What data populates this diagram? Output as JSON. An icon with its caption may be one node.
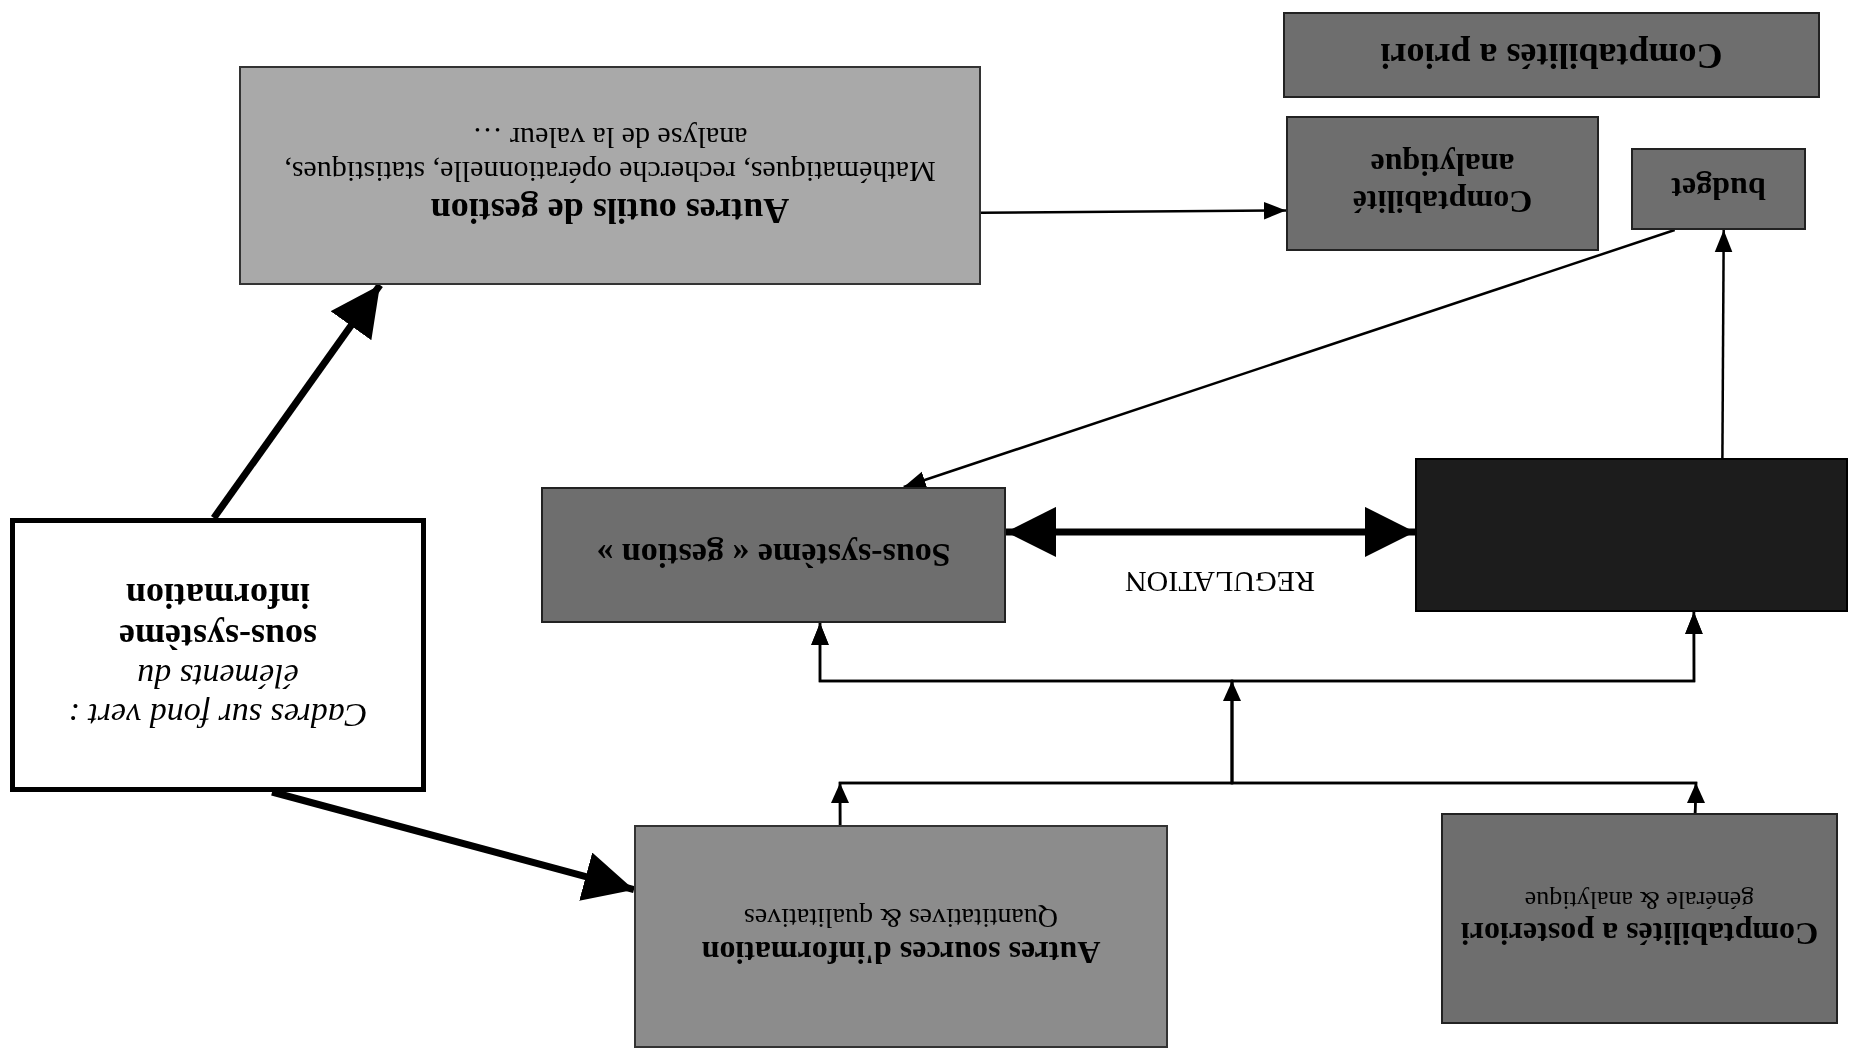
{
  "diagram": {
    "nodes": [
      {
        "text": [
          "Comptabilités a priori"
        ]
      },
      {
        "text": [
          "Comptabilité analytique"
        ]
      },
      {
        "text": [
          "budget"
        ]
      },
      {
        "text": [
          "Autres outils de gestion",
          "Mathématiques, recherche opérationnelle, statistiques, analyse de la valeur …"
        ]
      },
      {
        "text": [
          "Sous-système « gestion »"
        ]
      },
      {
        "text": [],
        "shape": "box"
      },
      {
        "text": [
          "Cadres sur fond vert : éléments du",
          "sous-système information"
        ]
      },
      {
        "text": [
          "Autres sources d'information",
          "Quantitatives & qualitatives"
        ]
      },
      {
        "text": [
          "Comptabilités a posteriori",
          "générale & analytique"
        ]
      }
    ],
    "edges": [
      {
        "from": 3,
        "to": 1,
        "arrow": "to"
      },
      {
        "from": 5,
        "to": 2,
        "arrow": "to"
      },
      {
        "from": 2,
        "to": 4,
        "arrow": "to"
      },
      {
        "from": 4,
        "to": 5,
        "arrow": "both",
        "label": "REGULATION",
        "style": "thick"
      },
      {
        "from": 7,
        "to": 4,
        "arrow": "to"
      },
      {
        "from": 7,
        "to": 5,
        "arrow": "to"
      },
      {
        "from": 8,
        "to": 4,
        "arrow": "to"
      },
      {
        "from": 8,
        "to": 5,
        "arrow": "to"
      },
      {
        "from": 6,
        "to": 3,
        "arrow": "to",
        "style": "thick"
      },
      {
        "from": 6,
        "to": 7,
        "arrow": "to",
        "style": "thick"
      }
    ]
  }
}
